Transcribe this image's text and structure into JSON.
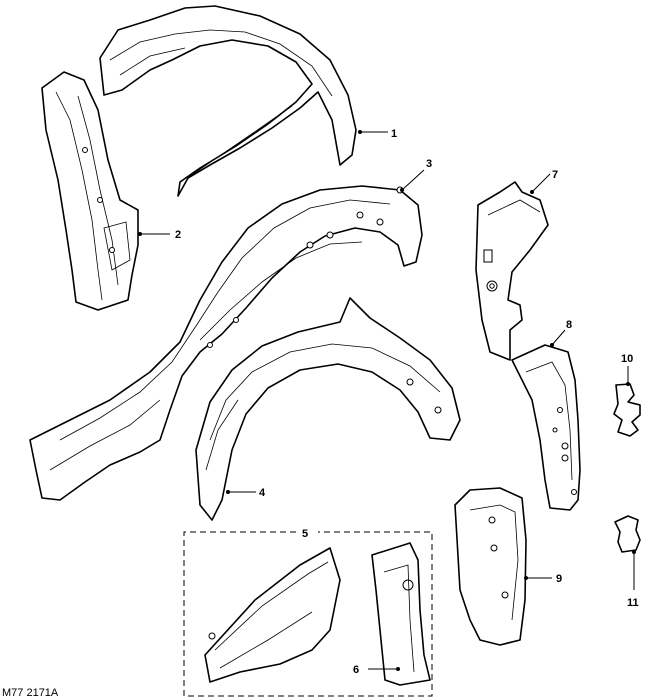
{
  "figure": {
    "reference": "M77 2171A",
    "callouts": [
      {
        "id": "1",
        "label": "1"
      },
      {
        "id": "2",
        "label": "2"
      },
      {
        "id": "3",
        "label": "3"
      },
      {
        "id": "4",
        "label": "4"
      },
      {
        "id": "5",
        "label": "5"
      },
      {
        "id": "6",
        "label": "6"
      },
      {
        "id": "7",
        "label": "7"
      },
      {
        "id": "8",
        "label": "8"
      },
      {
        "id": "9",
        "label": "9"
      },
      {
        "id": "10",
        "label": "10"
      },
      {
        "id": "11",
        "label": "11"
      }
    ]
  }
}
